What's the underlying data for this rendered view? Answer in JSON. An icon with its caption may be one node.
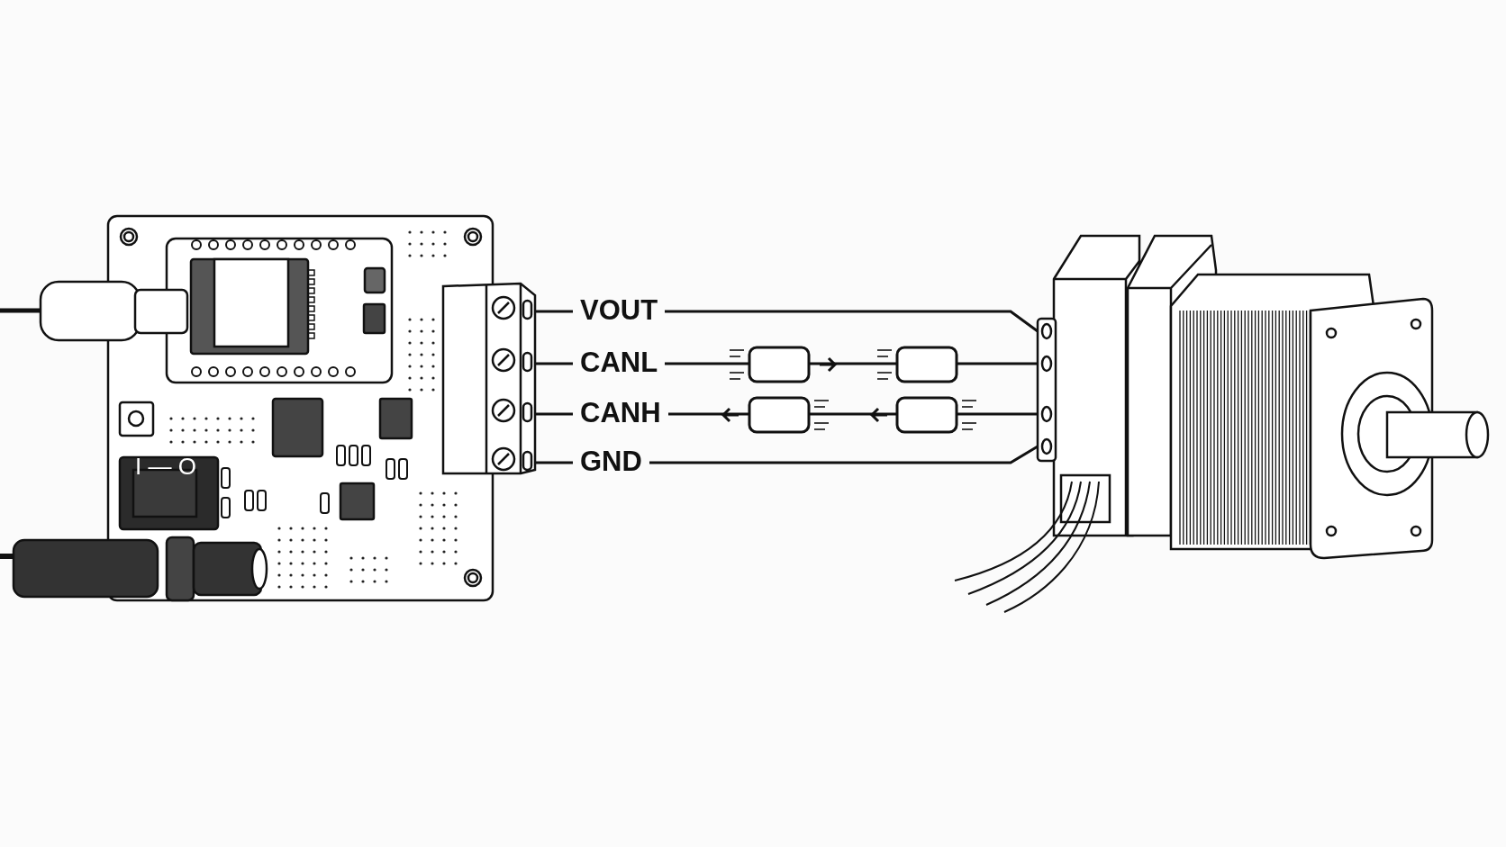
{
  "diagram": {
    "nodes": [
      {
        "text": [],
        "shape": "picture"
      },
      {
        "text": [],
        "shape": "picture"
      },
      {
        "text": [],
        "shape": "picture"
      },
      {
        "text": [],
        "shape": "picture",
        "in": 2
      }
    ],
    "edges": [
      {
        "from": 1,
        "to": 3,
        "arrow": "none",
        "label": "VOUT"
      },
      {
        "from": 1,
        "to": 3,
        "arrow": "to",
        "label": "CANL"
      },
      {
        "from": 3,
        "to": 1,
        "arrow": "to",
        "label": "CANH"
      },
      {
        "from": 1,
        "to": 3,
        "arrow": "none",
        "label": "GND"
      }
    ],
    "labels": [
      "I — O"
    ]
  }
}
